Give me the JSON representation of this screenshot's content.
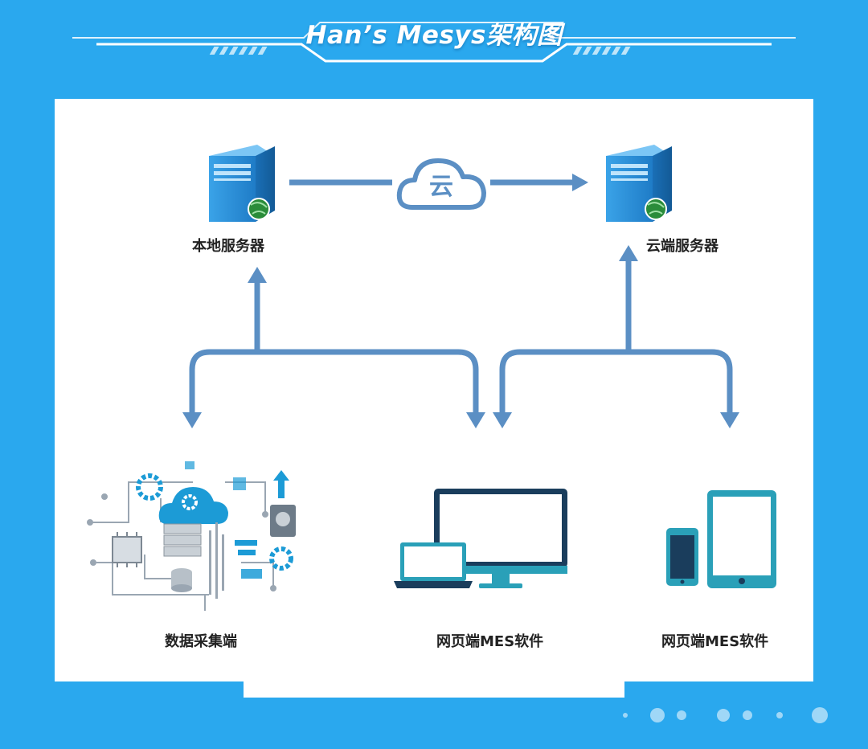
{
  "title": "Han’s Mesys架构图",
  "cloud_label": "云",
  "nodes": {
    "local_server": {
      "label": "本地服务器",
      "icon": "server-icon"
    },
    "cloud_server": {
      "label": "云端服务器",
      "icon": "server-icon"
    },
    "data_collection": {
      "label": "数据采集端",
      "icon": "data-network-icon"
    },
    "web_mes_desktop": {
      "label": "网页端MES软件",
      "icon": "desktop-laptop-icon"
    },
    "web_mes_mobile": {
      "label": "网页端MES软件",
      "icon": "phone-tablet-icon"
    }
  },
  "colors": {
    "background": "#2aa8ee",
    "panel": "#ffffff",
    "arrow": "#5b8fc4",
    "server_blue": "#2e8fd6",
    "device_teal": "#2aa0b8",
    "device_dark": "#1a3d5c"
  }
}
